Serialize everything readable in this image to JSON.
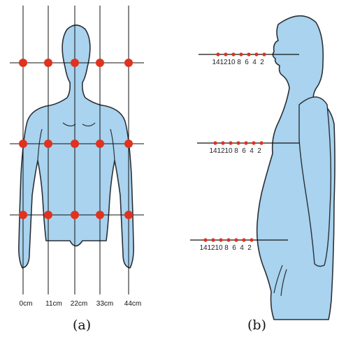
{
  "panels": {
    "a": {
      "caption": "(a)",
      "column_labels": [
        "0cm",
        "11cm",
        "22cm",
        "33cm",
        "44cm"
      ],
      "rows": 3,
      "points_per_row": 5
    },
    "b": {
      "caption": "(b)",
      "tick_labels": [
        "14",
        "12",
        "10",
        "8",
        "6",
        "4",
        "2"
      ],
      "rows": 3,
      "points_per_row": 7
    }
  },
  "colors": {
    "body_fill": "#a9d3ee",
    "body_outline": "#2a2f36",
    "marker": "#e0321e",
    "line": "#111111"
  }
}
